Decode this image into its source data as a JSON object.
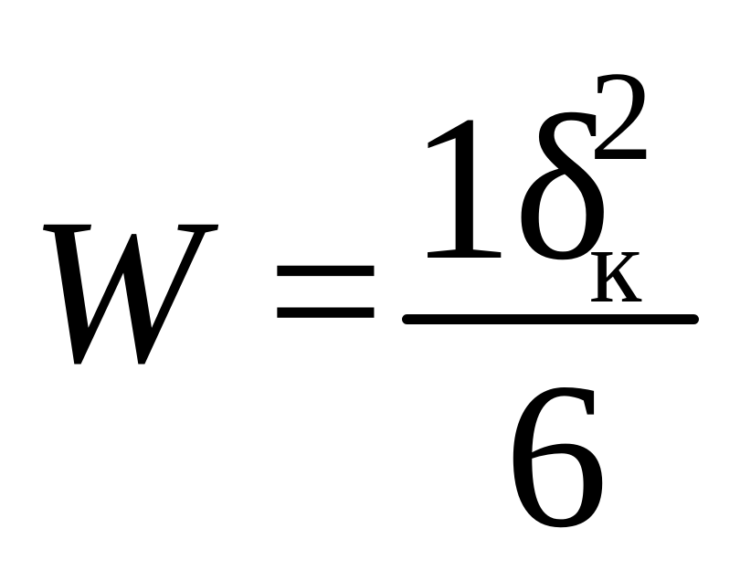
{
  "formula": {
    "lhs": "W",
    "equals": "=",
    "numerator": {
      "coefficient": "1",
      "variable": "δ",
      "superscript": "2",
      "subscript": "к"
    },
    "denominator": "6"
  }
}
